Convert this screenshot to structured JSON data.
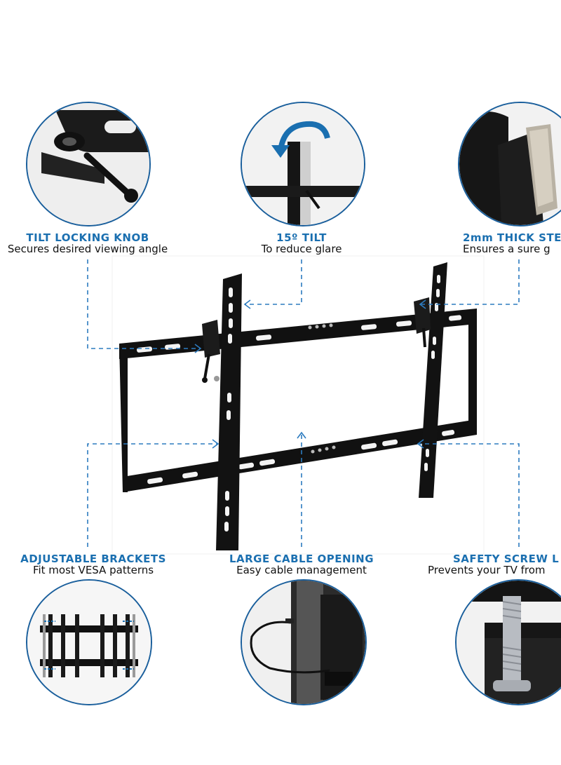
{
  "features": {
    "tilt_knob": {
      "title": "TILT LOCKING KNOB",
      "subtitle": "Secures desired viewing angle"
    },
    "tilt": {
      "title": "15º TILT",
      "subtitle": "To reduce glare"
    },
    "steel": {
      "title": "2mm THICK STE",
      "subtitle": "Ensures a sure g"
    },
    "brackets": {
      "title": "ADJUSTABLE BRACKETS",
      "subtitle": "Fit most VESA patterns"
    },
    "cable": {
      "title": "LARGE CABLE OPENING",
      "subtitle": "Easy cable management"
    },
    "safety": {
      "title": "SAFETY SCREW L",
      "subtitle": "Prevents your TV from"
    }
  },
  "colors": {
    "title_blue": "#1a6fb0",
    "dash_blue": "#2c7bbf",
    "mount_black": "#111111"
  },
  "icons": [
    "tilt-arrow-icon",
    "screw-icon",
    "cable-icon"
  ]
}
